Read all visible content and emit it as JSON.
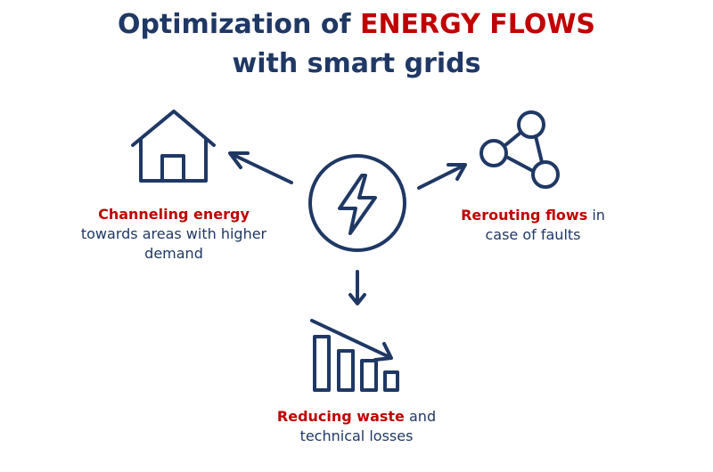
{
  "title": {
    "line1_prefix": "Optimization of ",
    "line1_accent": "ENERGY FLOWS",
    "line2": "with smart grids"
  },
  "colors": {
    "navy": "#1f3864",
    "accent_red": "#c00000",
    "background": "#ffffff"
  },
  "nodes": {
    "center": {
      "icon": "lightning-bolt-icon"
    },
    "left": {
      "icon": "house-icon",
      "highlight": "Channeling energy",
      "text_line1": " towards areas with higher",
      "text_line2": "demand"
    },
    "right": {
      "icon": "network-nodes-icon",
      "highlight": "Rerouting flows",
      "text_line1": " in",
      "text_line2": "case of faults"
    },
    "bottom": {
      "icon": "declining-bar-chart-icon",
      "highlight": "Reducing waste",
      "text_line1": " and",
      "text_line2": "technical losses"
    }
  }
}
